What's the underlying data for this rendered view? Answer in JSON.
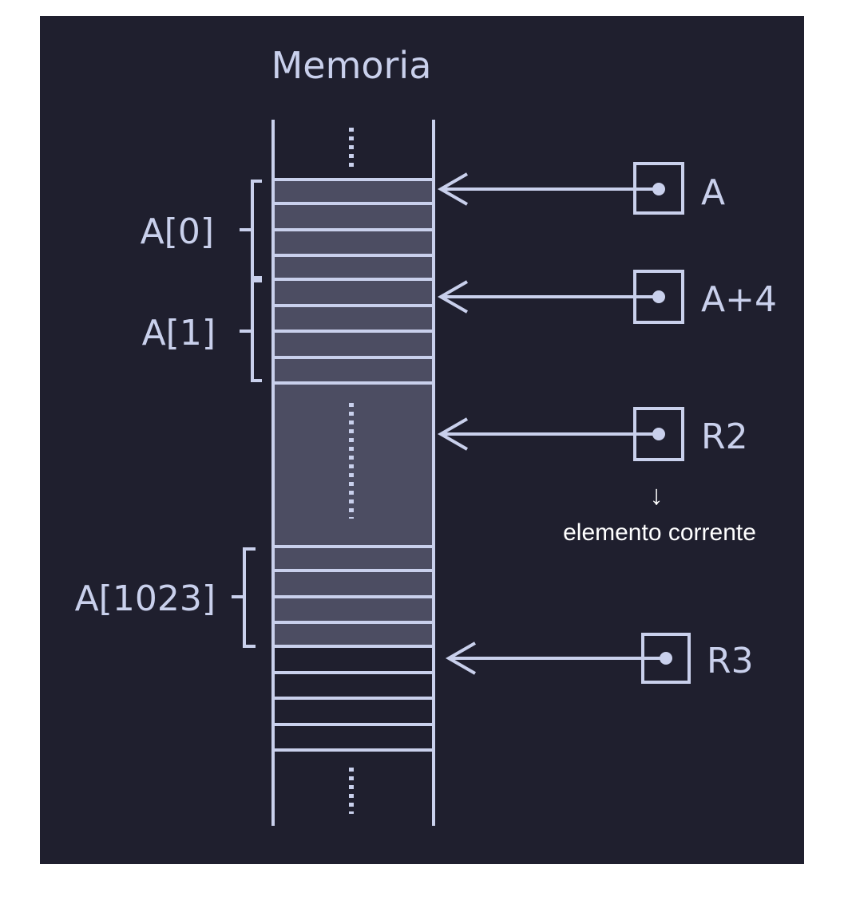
{
  "title": "Memoria",
  "array_labels": [
    "A[0]",
    "A[1]",
    "A[1023]"
  ],
  "registers": [
    "A",
    "A+4",
    "R2",
    "R3"
  ],
  "annotation": {
    "arrow": "↓",
    "text": "elemento corrente"
  },
  "colors": {
    "panel": "#1f1f2e",
    "cell_fill": "#4c4d62",
    "line": "#c9d0ec",
    "annotation": "#ffffff"
  }
}
